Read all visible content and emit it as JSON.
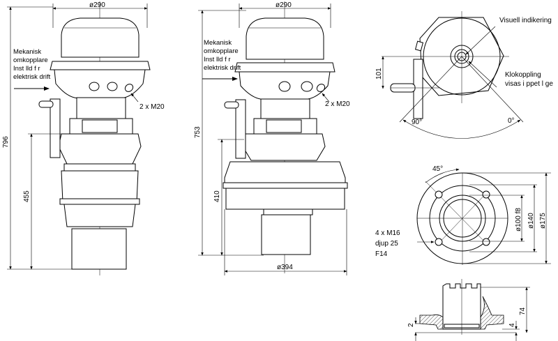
{
  "left_view": {
    "diameter_top": "ø290",
    "height_total": "796",
    "height_lower": "455",
    "note_lines": [
      "Mekanisk",
      "omkopplare",
      "Inst lld f r",
      "elektrisk drift"
    ],
    "cable_entry": "2 x M20"
  },
  "middle_view": {
    "diameter_top": "ø290",
    "height_total": "753",
    "height_lower": "410",
    "diameter_bottom": "ø394",
    "note_lines": [
      "Mekanisk",
      "omkopplare",
      "Inst lld f r",
      "elektrisk drift"
    ],
    "cable_entry": "2 x M20"
  },
  "top_view": {
    "visual_indication": "Visuell indikering",
    "coupling_lines": [
      "Klokoppling",
      "visas i   ppet l ge"
    ],
    "offset": "101",
    "angle_open": "90°",
    "angle_closed": "0°"
  },
  "flange_view": {
    "angle": "45°",
    "bolt_lines": [
      "4 x M16",
      "djup 25",
      "F14"
    ],
    "dia_pilot": "ø100 f8",
    "dia_bolt_circle": "ø140",
    "dia_outer": "ø175"
  },
  "coupling_view": {
    "height": "74",
    "dim_left": "2",
    "dim_right": "4"
  }
}
